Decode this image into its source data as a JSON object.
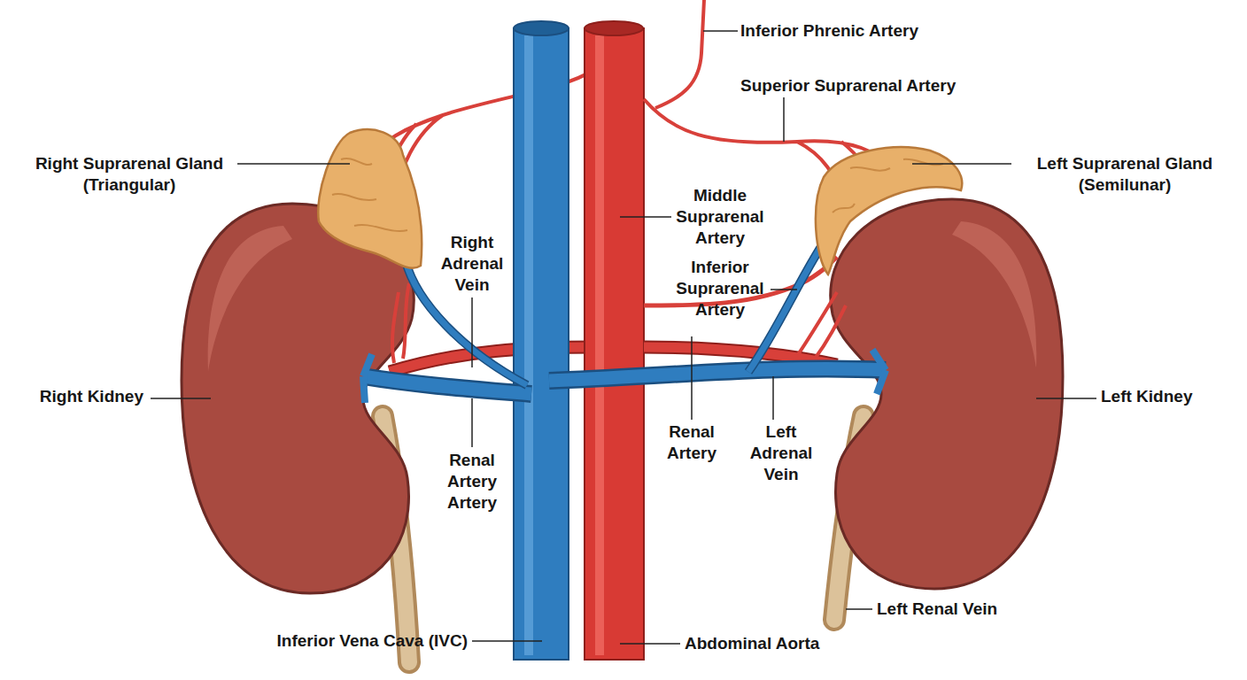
{
  "diagram": {
    "labels": [
      "Inferior Phrenic Artery",
      "Superior Suprarenal Artery",
      "Right Suprarenal Gland (Triangular)",
      "Left Suprarenal Gland (Semilunar)",
      "Middle Suprarenal Artery",
      "Right Adrenal Vein",
      "Inferior Suprarenal Artery",
      "Right Kidney",
      "Left Kidney",
      "Renal Artery Artery",
      "Renal Artery",
      "Left Adrenal Vein",
      "Left Renal Vein",
      "Inferior Vena Cava (IVC)",
      "Abdominal Aorta"
    ]
  }
}
